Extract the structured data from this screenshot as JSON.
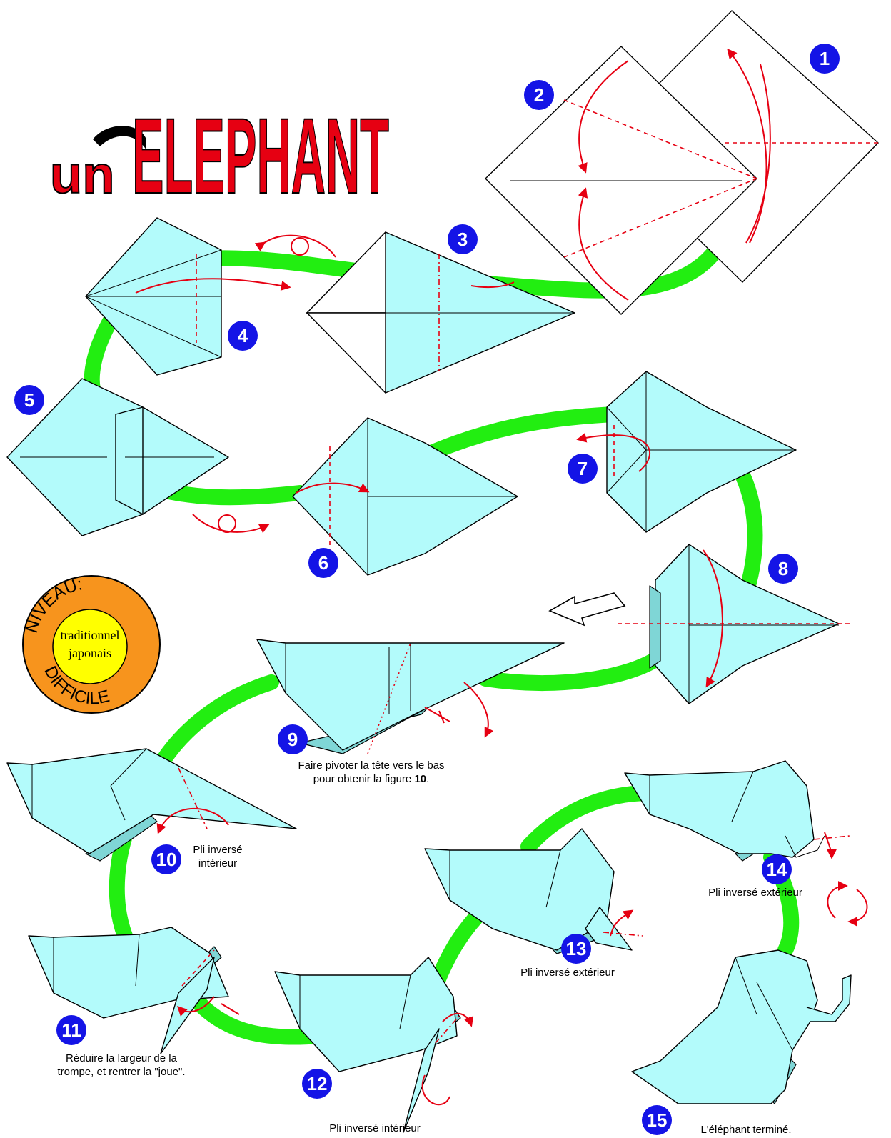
{
  "title": {
    "article": "un",
    "word": "ELEPHANT"
  },
  "level_badge": {
    "heading": "NIVEAU:",
    "origin_line1": "traditionnel",
    "origin_line2": "japonais",
    "difficulty": "DIFFICILE"
  },
  "steps": [
    {
      "number": "1"
    },
    {
      "number": "2"
    },
    {
      "number": "3"
    },
    {
      "number": "4"
    },
    {
      "number": "5"
    },
    {
      "number": "6"
    },
    {
      "number": "7"
    },
    {
      "number": "8"
    },
    {
      "number": "9",
      "caption_line1": "Faire pivoter la tête vers le bas",
      "caption_line2_prefix": "pour obtenir la figure ",
      "caption_line2_bold": "10",
      "caption_line2_suffix": "."
    },
    {
      "number": "10",
      "caption_line1": "Pli inversé",
      "caption_line2": "intérieur"
    },
    {
      "number": "11",
      "caption_line1": "Réduire la largeur de la",
      "caption_line2": "trompe, et rentrer la \"joue\"."
    },
    {
      "number": "12",
      "caption_line1": "Pli inversé intérieur"
    },
    {
      "number": "13",
      "caption_line1": "Pli inversé extérieur"
    },
    {
      "number": "14",
      "caption_line1": "Pli inversé extérieur"
    },
    {
      "number": "15",
      "caption_line1": "L'éléphant terminé."
    }
  ],
  "colors": {
    "paper": "#b3fbfb",
    "paper_shadow": "#7fd6d6",
    "path": "#22ee11",
    "fold_line": "#e60012",
    "badge": "#1414e6",
    "level_outer": "#f7941d",
    "level_inner": "#ffff00",
    "title_red": "#e60012"
  }
}
